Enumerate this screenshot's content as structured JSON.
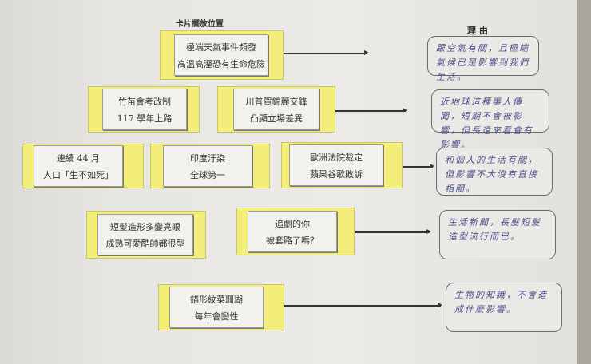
{
  "header": {
    "placement": "卡片擺放位置",
    "reason": "理 由"
  },
  "cards": [
    {
      "line1": "極端天氣事件頻發",
      "line2": "高溫高溼恐有生命危險"
    },
    {
      "line1": "竹苗會考改制",
      "line2": "117 學年上路"
    },
    {
      "line1": "川普賀錦麗交鋒",
      "line2": "凸顯立場差異"
    },
    {
      "line1": "連續 44 月",
      "line2": "人口「生不如死」"
    },
    {
      "line1": "印度汙染",
      "line2": "全球第一"
    },
    {
      "line1": "歐洲法院裁定",
      "line2": "蘋果谷歌敗訴"
    },
    {
      "line1": "短髮造形多變亮眼",
      "line2": "成熟可愛酷帥都很型"
    },
    {
      "line1": "追劇的你",
      "line2": "被套路了嗎？"
    },
    {
      "line1": "錨形紋菜珊瑚",
      "line2": "每年會變性"
    }
  ],
  "reasons": [
    "跟空氣有關，且極端氣候已是影響到我們生活。",
    "近地球這種事人傳聞，短期不會被影響，但長遠來看會有影響。",
    "和個人的生活有關，但影響不大沒有直接相關。",
    "生活新聞，長髮短髮造型流行而已。",
    "生物的知識，不會造成什麼影響。"
  ],
  "colors": {
    "card_yellow": "#f3ee7a",
    "ink_blue": "#4a4f8a"
  }
}
